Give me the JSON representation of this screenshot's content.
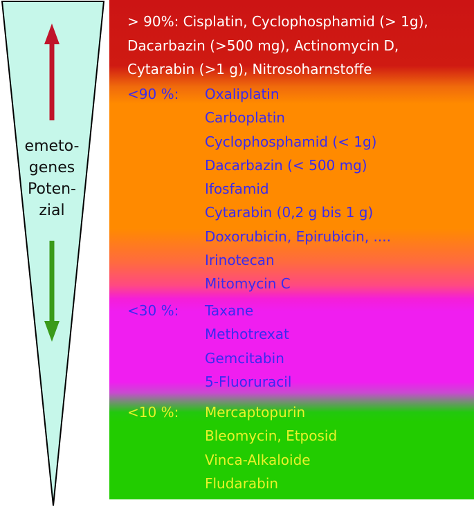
{
  "scale": {
    "label_lines": [
      "emeto-",
      "genes",
      "Poten-",
      "zial"
    ],
    "up_arrow_color": "#c0142a",
    "down_arrow_color": "#3a9a1a",
    "wedge_fill": "#c6f7ea"
  },
  "tiers": [
    {
      "label": "> 90%:",
      "color": "#cc1414",
      "lines": [
        "> 90%:  Cisplatin,  Cyclophosphamid (> 1g),",
        "Dacarbazin (>500 mg), Actinomycin D,",
        "Cytarabin (>1 g),   Nitrosoharnstoffe"
      ]
    },
    {
      "label": "<90 %:",
      "color": "#ff8a00",
      "drugs": [
        "Oxaliplatin",
        "Carboplatin",
        "Cyclophosphamid (< 1g)",
        "Dacarbazin (< 500 mg)",
        "Ifosfamid",
        "Cytarabin (0,2 g bis 1 g)",
        "Doxorubicin, Epirubicin, ....",
        "Irinotecan",
        "Mitomycin C"
      ]
    },
    {
      "label": "<30 %:",
      "color": "#f01ef0",
      "drugs": [
        "Taxane",
        "Methotrexat",
        "Gemcitabin",
        "5-Fluoruracil"
      ]
    },
    {
      "label": "<10 %:",
      "color": "#22cc00",
      "drugs": [
        "Mercaptopurin",
        "Bleomycin, Etposid",
        "Vinca-Alkaloide",
        "Fludarabin"
      ]
    }
  ]
}
